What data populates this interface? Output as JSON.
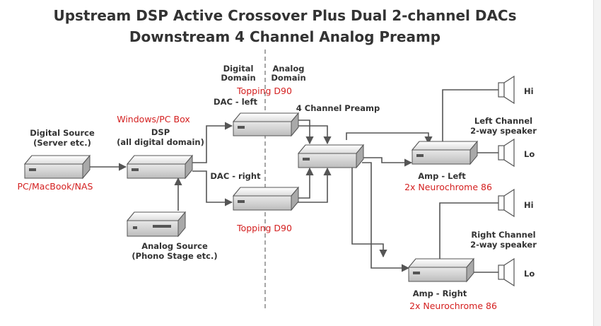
{
  "title": {
    "line1": "Upstream DSP Active Crossover Plus Dual 2-channel DACs",
    "line2": "Downstream 4 Channel Analog Preamp"
  },
  "domains": {
    "digital": [
      "Digital",
      "Domain"
    ],
    "analog": [
      "Analog",
      "Domain"
    ]
  },
  "nodes": {
    "digital_source": {
      "label": [
        "Digital Source",
        "(Server etc.)"
      ],
      "note": "PC/MacBook/NAS"
    },
    "dsp": {
      "label": [
        "DSP",
        "(all digital domain)"
      ],
      "note": "Windows/PC Box"
    },
    "analog_source": {
      "label": [
        "Analog Source",
        "(Phono Stage etc.)"
      ]
    },
    "dac_left": {
      "label": "DAC - left",
      "note": "Topping D90"
    },
    "dac_right": {
      "label": "DAC - right",
      "note": "Topping D90"
    },
    "preamp": {
      "label": "4 Channel Preamp"
    },
    "amp_left": {
      "label": "Amp - Left",
      "note": "2x Neurochrome 86"
    },
    "amp_right": {
      "label": "Amp - Right",
      "note": "2x Neurochrome 86"
    }
  },
  "speakers": {
    "left": {
      "label": [
        "Left Channel",
        "2-way speaker"
      ],
      "hi": "Hi",
      "lo": "Lo"
    },
    "right": {
      "label": [
        "Right Channel",
        "2-way speaker"
      ],
      "hi": "Hi",
      "lo": "Lo"
    }
  },
  "colors": {
    "note_text": "#d42020",
    "label_text": "#333333",
    "wire": "#555555"
  }
}
